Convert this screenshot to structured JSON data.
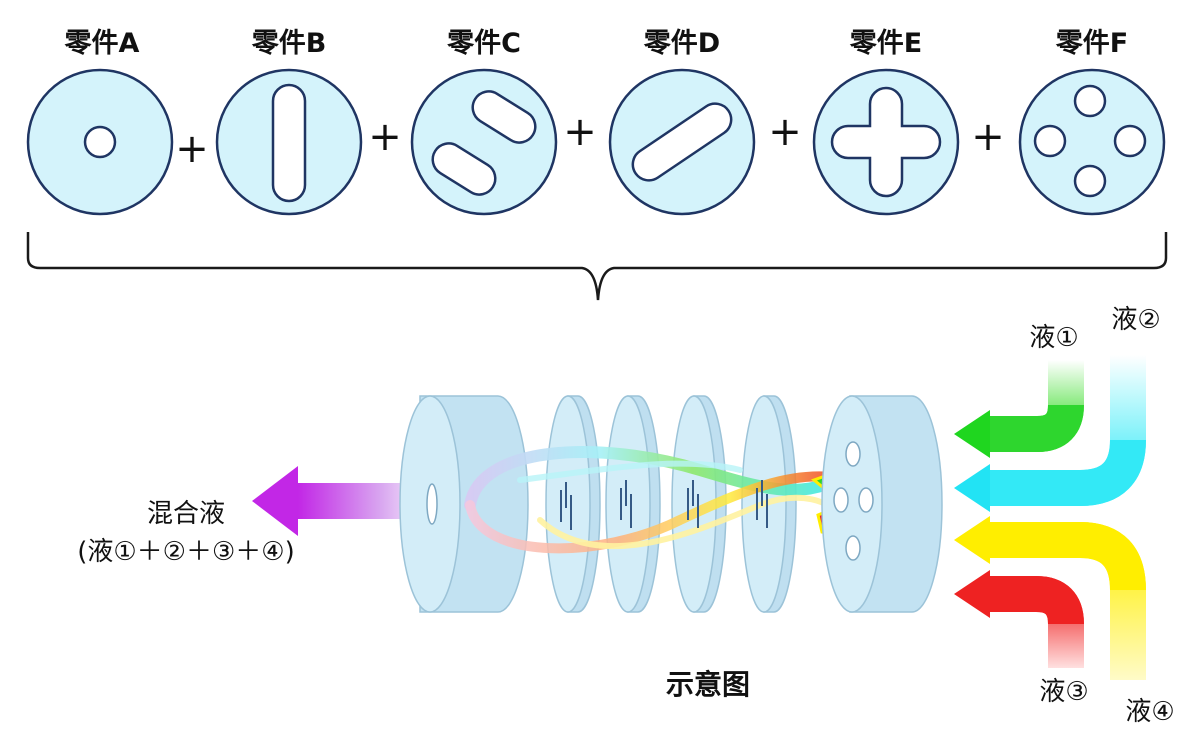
{
  "parts": [
    {
      "label": "零件A",
      "icon": "single-center-hole-icon"
    },
    {
      "label": "零件B",
      "icon": "vertical-slot-icon"
    },
    {
      "label": "零件C",
      "icon": "two-diagonal-slots-icon"
    },
    {
      "label": "零件D",
      "icon": "diagonal-slot-icon"
    },
    {
      "label": "零件E",
      "icon": "cross-slot-icon"
    },
    {
      "label": "零件F",
      "icon": "four-holes-icon"
    }
  ],
  "operator": "+",
  "liquids": [
    {
      "label": "液①",
      "color": "#22dd22"
    },
    {
      "label": "液②",
      "color": "#33eeff"
    },
    {
      "label": "液③",
      "color": "#ee2222"
    },
    {
      "label": "液④",
      "color": "#ffee00"
    }
  ],
  "output": {
    "label": "混合液",
    "formula": "(液①＋②＋③＋④)",
    "color": "#cc33ee"
  },
  "caption": "示意图",
  "colors": {
    "disk_fill": "#d4f3fb",
    "disk_stroke": "#1f3563",
    "cylinder_fill": "#c9e6f3",
    "cylinder_stroke": "#8db7d0"
  }
}
